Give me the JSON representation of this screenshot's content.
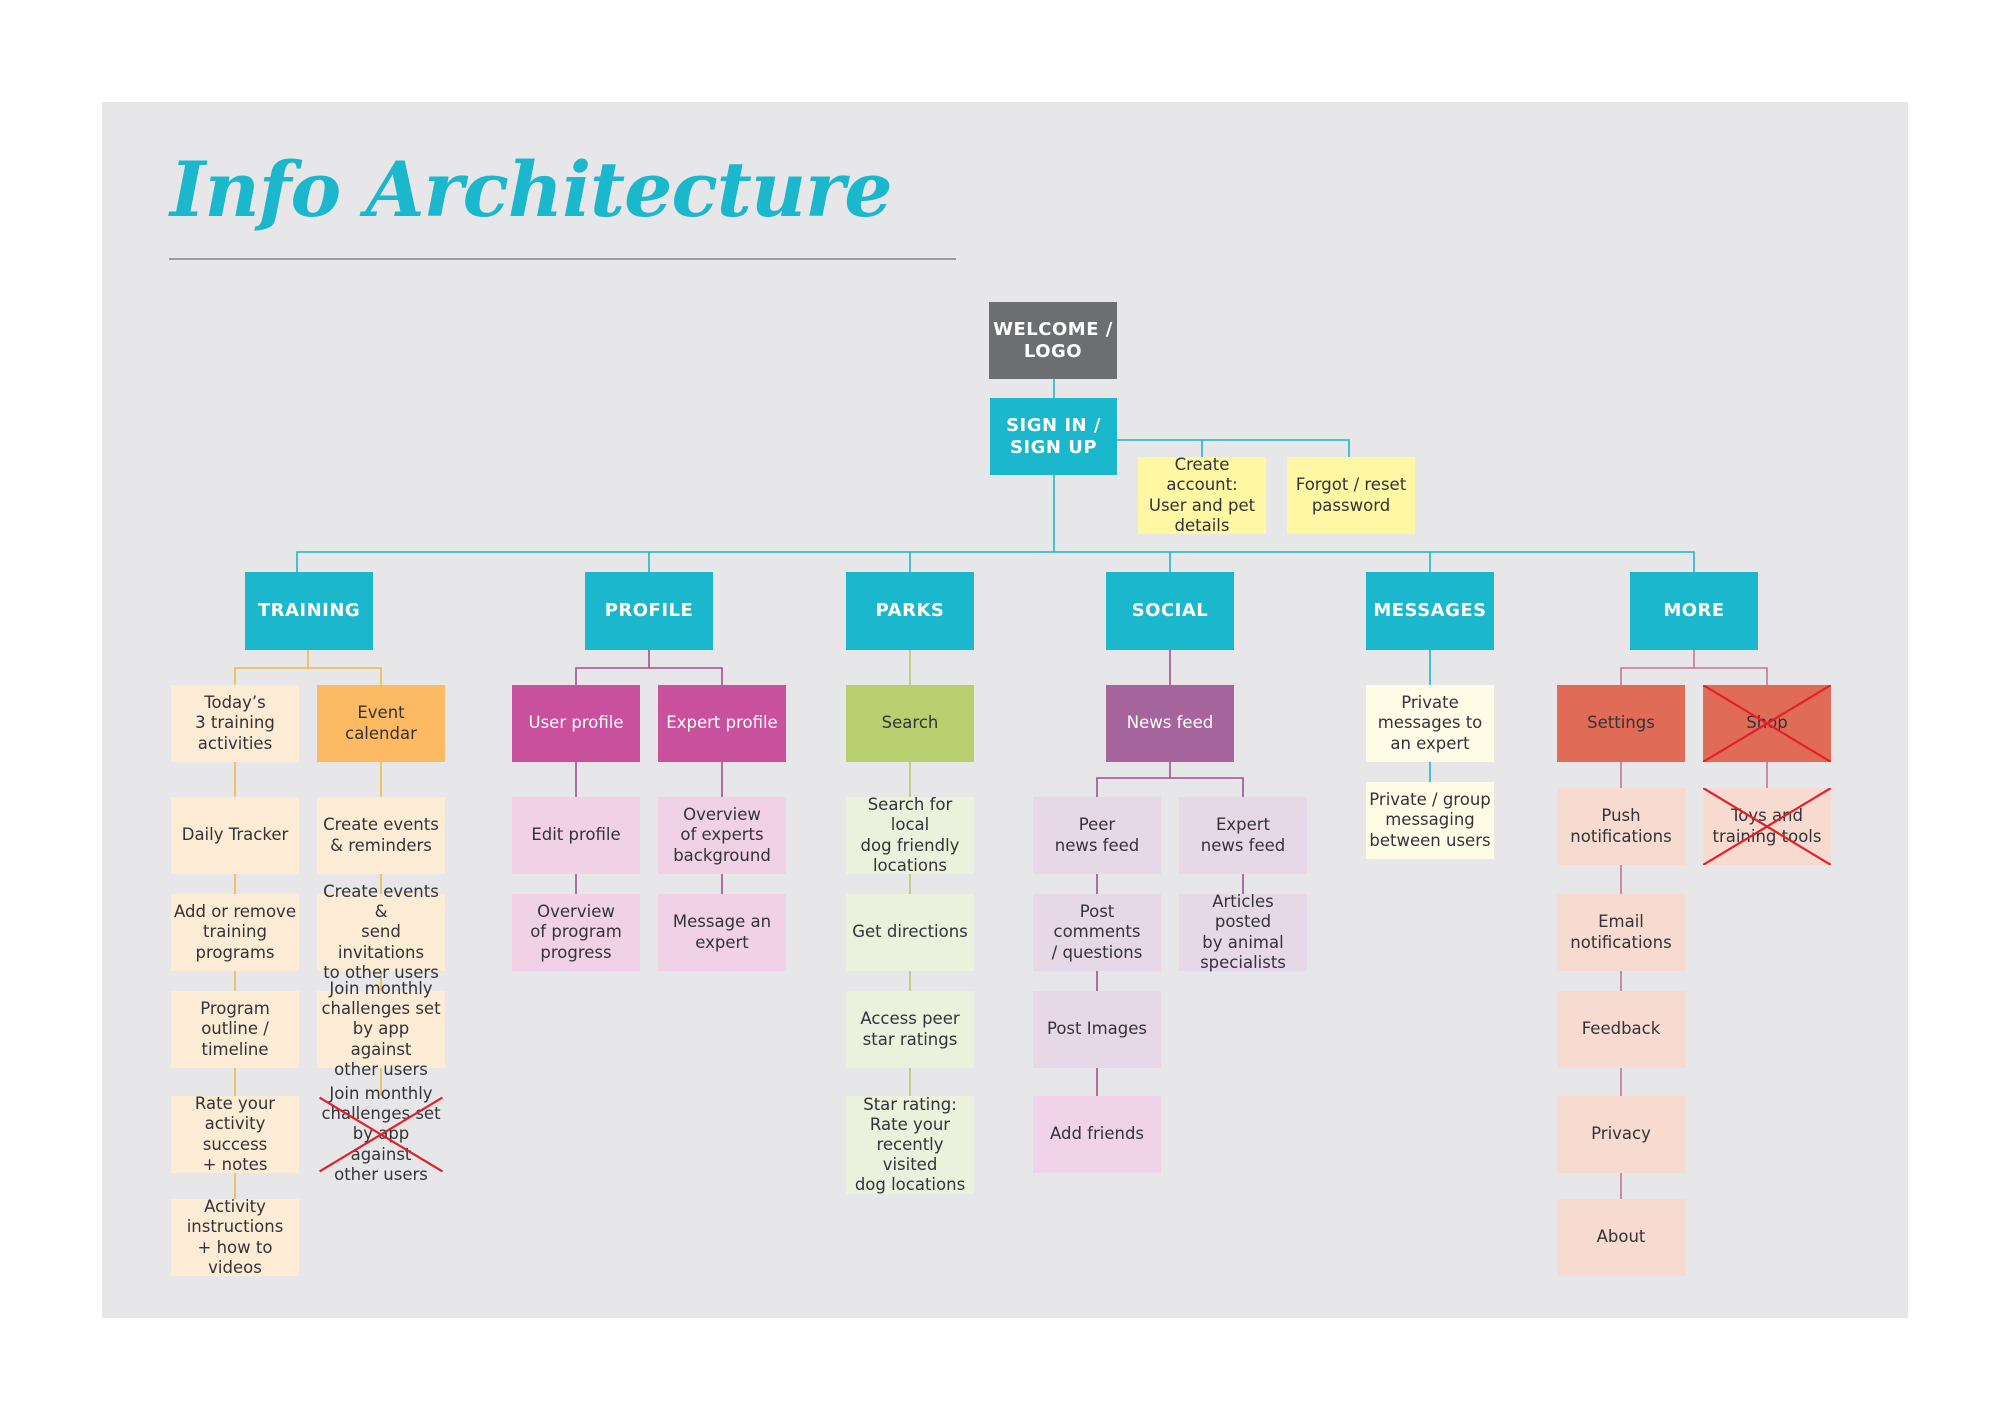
{
  "title": "Info Architecture",
  "colors": {
    "panel": "#e7e7e9",
    "cyan": "#1bb7cc",
    "welcome": "#6d6e71",
    "yellow": "#fef7a3",
    "orange": "#fdba63",
    "cream": "#fdecd5",
    "magenta": "#c9509d",
    "pink_light": "#f0d1e5",
    "green": "#b7cf6f",
    "green_light": "#ecf1dd",
    "purple": "#a6649c",
    "lilac": "#e6d8e7",
    "lilac_pink": "#f0d3e8",
    "pale_yellow": "#fefce6",
    "salmon": "#e06c58",
    "peach": "#f7dbd0",
    "cross": "#e2202a"
  },
  "nodes": {
    "welcome": "WELCOME /\nLOGO",
    "signin": "SIGN IN /\nSIGN UP",
    "create_account": "Create account:\nUser and pet\ndetails",
    "forgot": "Forgot / reset\npassword",
    "training": "TRAINING",
    "profile": "PROFILE",
    "parks": "PARKS",
    "social": "SOCIAL",
    "messages": "MESSAGES",
    "more": "MORE",
    "today": "Today’s\n3 training\nactivities",
    "daily_tracker": "Daily Tracker",
    "add_remove": "Add or remove\ntraining\nprograms",
    "program_outline": "Program\noutline / timeline",
    "rate": "Rate your\nactivity success\n+ notes",
    "activity": "Activity\ninstructions\n+ how to videos",
    "event_calendar": "Event\ncalendar",
    "create_events": "Create events\n& reminders",
    "send_invites": "Create events &\nsend invitations\nto other users",
    "join_challenges": "Join monthly\nchallenges set\nby app against\nother users",
    "join_challenges_x": "Join monthly\nchallenges set\nby app against\nother users",
    "user_profile": "User profile",
    "edit_profile": "Edit profile",
    "program_progress": "Overview\nof program\nprogress",
    "expert_profile": "Expert profile",
    "experts_background": "Overview\nof experts\nbackground",
    "message_expert": "Message an\nexpert",
    "search": "Search",
    "search_local": "Search for local\ndog friendly\nlocations",
    "get_directions": "Get directions",
    "peer_ratings": "Access peer\nstar ratings",
    "star_rating": "Star rating:\nRate your\nrecently visited\ndog locations",
    "news_feed": "News feed",
    "peer_feed": "Peer\nnews feed",
    "post_comments": "Post comments\n/ questions",
    "post_images": "Post Images",
    "add_friends": "Add friends",
    "expert_feed": "Expert\nnews feed",
    "articles": "Articles posted\nby animal\nspecialists",
    "private_expert": "Private\nmessages to\nan expert",
    "private_group": "Private / group\nmessaging\nbetween users",
    "settings": "Settings",
    "push": "Push\nnotifications",
    "email": "Email\nnotifications",
    "feedback": "Feedback",
    "privacy": "Privacy",
    "about": "About",
    "shop": "Shop",
    "toys": "Toys and\ntraining tools"
  }
}
